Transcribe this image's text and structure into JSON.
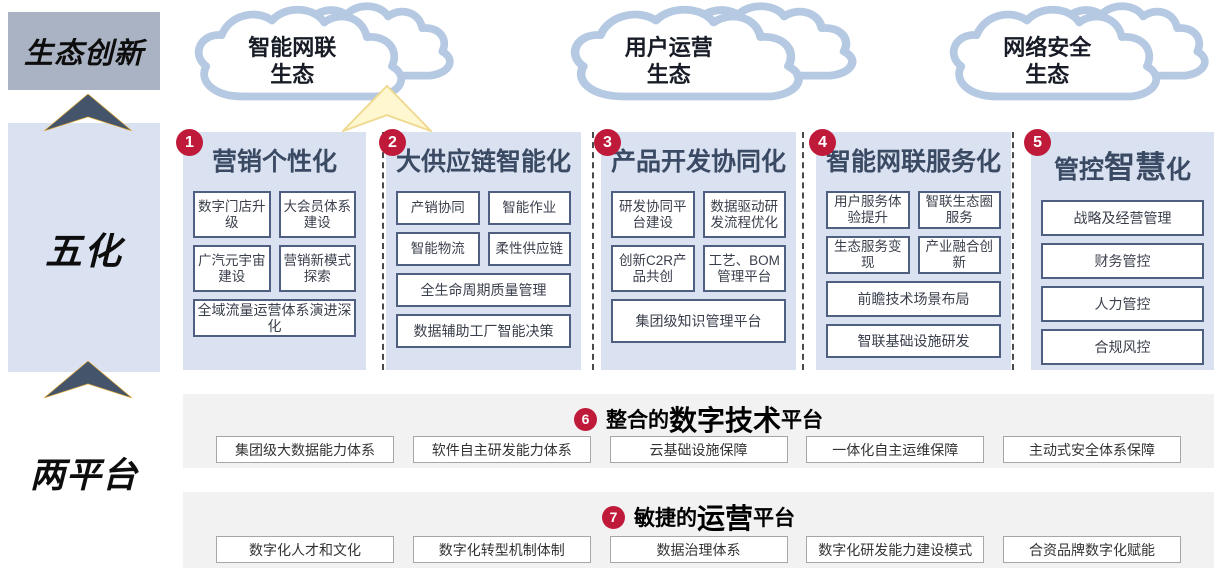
{
  "left_panel": {
    "eco": "生态创新",
    "five": "五化",
    "two": "两平台"
  },
  "clouds": [
    {
      "line1": "智能网联",
      "line2": "生态"
    },
    {
      "line1": "用户运营",
      "line2": "生态"
    },
    {
      "line1": "网络安全",
      "line2": "生态"
    }
  ],
  "columns": [
    {
      "num": "1",
      "title_pre": "营销个性化",
      "title_big": "",
      "title_post": "",
      "rows": [
        [
          "数字门店升级",
          "大会员体系建设"
        ],
        [
          "广汽元宇宙建设",
          "营销新模式探索"
        ],
        [
          "全域流量运营体系演进深化"
        ]
      ]
    },
    {
      "num": "2",
      "title_pre": "大供应链智能化",
      "title_big": "",
      "title_post": "",
      "rows": [
        [
          "产销协同",
          "智能作业"
        ],
        [
          "智能物流",
          "柔性供应链"
        ],
        [
          "全生命周期质量管理"
        ],
        [
          "数据辅助工厂智能决策"
        ]
      ]
    },
    {
      "num": "3",
      "title_pre": "产品开发协同化",
      "title_big": "",
      "title_post": "",
      "rows": [
        [
          "研发协同平台建设",
          "数据驱动研发流程优化"
        ],
        [
          "创新C2R产品共创",
          "工艺、BOM管理平台"
        ],
        [
          "集团级知识管理平台"
        ]
      ]
    },
    {
      "num": "4",
      "title_pre": "智能网联服务化",
      "title_big": "",
      "title_post": "",
      "rows": [
        [
          "用户服务体验提升",
          "智联生态圈服务"
        ],
        [
          "生态服务变现",
          "产业融合创新"
        ],
        [
          "前瞻技术场景布局"
        ],
        [
          "智联基础设施研发"
        ]
      ]
    },
    {
      "num": "5",
      "title_pre": "管控",
      "title_big": "智慧",
      "title_post": "化",
      "rows": [
        [
          "战略及经营管理"
        ],
        [
          "财务管控"
        ],
        [
          "人力管控"
        ],
        [
          "合规风控"
        ]
      ]
    }
  ],
  "platform_bars": [
    {
      "num": "6",
      "title_pre": "整合的",
      "title_big": "数字技术",
      "title_post": "平台",
      "items": [
        "集团级大数据能力体系",
        "软件自主研发能力体系",
        "云基础设施保障",
        "一体化自主运维保障",
        "主动式安全体系保障"
      ]
    },
    {
      "num": "7",
      "title_pre": "敏捷的",
      "title_big": "运营",
      "title_post": "平台",
      "items": [
        "数字化人才和文化",
        "数字化转型机制体制",
        "数据治理体系",
        "数字化研发能力建设模式",
        "合资品牌数字化赋能"
      ]
    }
  ],
  "colors": {
    "badge_red": "#C01A3B",
    "column_bg": "#DAE2F2",
    "box_border": "#4E5F82",
    "header_text": "#3B4A63",
    "cloud_stroke": "#B5C9E2",
    "eco_box_bg": "#AAB3C4",
    "bar_bg": "#F2F2F2",
    "bar_box_border": "#A6A6A6",
    "arrow_dark": "#44546A",
    "arrow_yellow_fill": "#FFF7D0",
    "arrow_yellow_stroke": "#EFD98F",
    "dashed_line": "#4A4A4A"
  }
}
